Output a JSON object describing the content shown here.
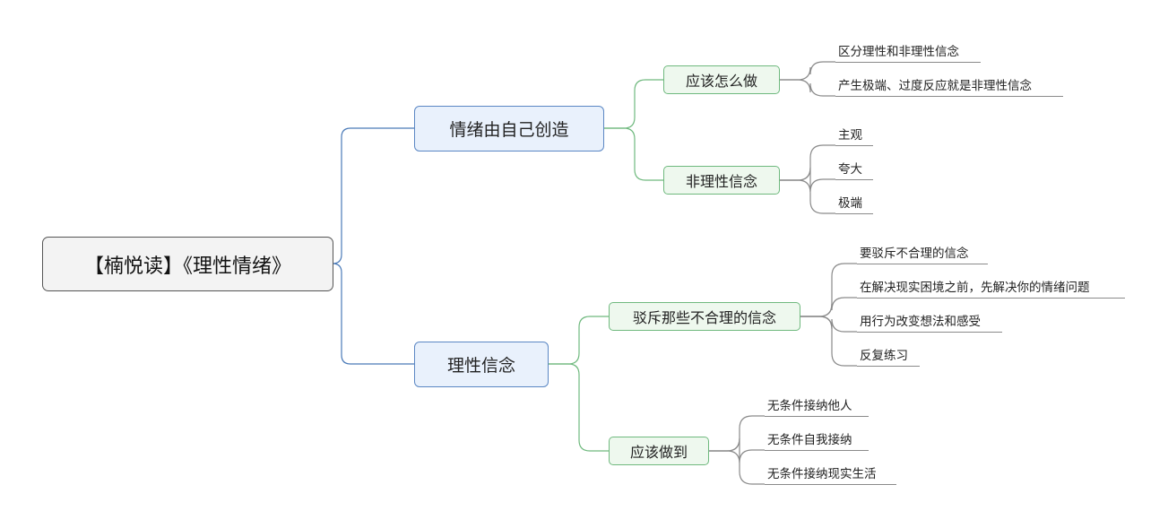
{
  "root": {
    "label": "【楠悦读】《理性情绪》"
  },
  "branches": [
    {
      "label": "情绪由自己创造",
      "children": [
        {
          "label": "应该怎么做",
          "leaves": [
            "区分理性和非理性信念",
            "产生极端、过度反应就是非理性信念"
          ]
        },
        {
          "label": "非理性信念",
          "leaves": [
            "主观",
            "夸大",
            "极端"
          ]
        }
      ]
    },
    {
      "label": "理性信念",
      "children": [
        {
          "label": "驳斥那些不合理的信念",
          "leaves": [
            "要驳斥不合理的信念",
            "在解决现实困境之前，先解决你的情绪问题",
            "用行为改变想法和感受",
            "反复练习"
          ]
        },
        {
          "label": "应该做到",
          "leaves": [
            "无条件接纳他人",
            "无条件自我接纳",
            "无条件接纳现实生活"
          ]
        }
      ]
    }
  ],
  "colors": {
    "root_link": "#4a7ab8",
    "branch_link": "#6fb97e",
    "leaf_link": "#8a8a8a"
  }
}
